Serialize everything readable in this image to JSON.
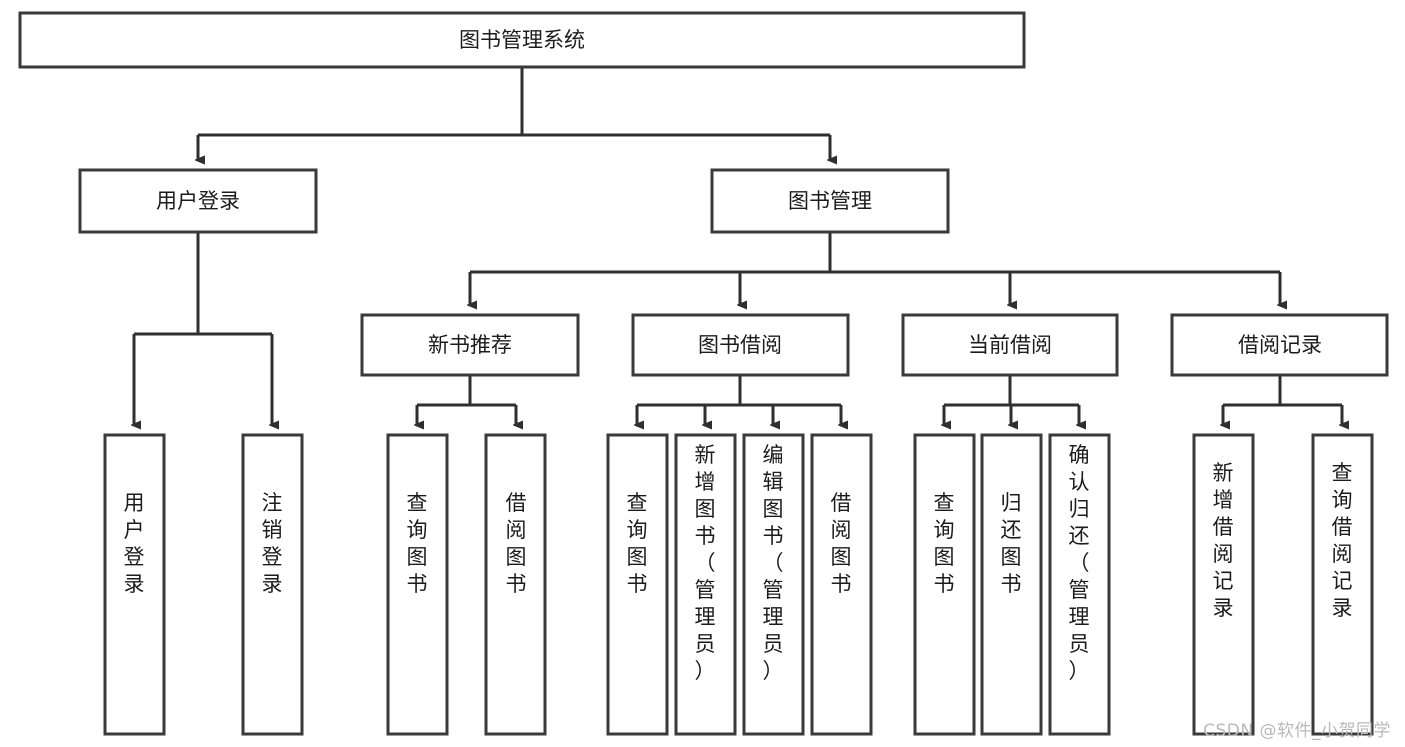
{
  "diagram": {
    "type": "tree-hierarchy-chart",
    "title": "图书管理系统",
    "background_color": "#ffffff",
    "box_stroke_color": "#3a3a3a",
    "box_fill_color": "#ffffff",
    "connector_color": "#2f2f2f",
    "text_color": "#1c1c1c",
    "root": {
      "id": "root",
      "label": "图书管理系统",
      "level": 1
    },
    "level2": [
      {
        "id": "user-login",
        "label": "用户登录",
        "level": 2
      },
      {
        "id": "book-management",
        "label": "图书管理",
        "level": 2
      }
    ],
    "level3": [
      {
        "id": "new-book-recommend",
        "label": "新书推荐",
        "level": 3,
        "parent": "book-management"
      },
      {
        "id": "book-borrow",
        "label": "图书借阅",
        "level": 3,
        "parent": "book-management"
      },
      {
        "id": "current-borrow",
        "label": "当前借阅",
        "level": 3,
        "parent": "book-management"
      },
      {
        "id": "borrow-record",
        "label": "借阅记录",
        "level": 3,
        "parent": "book-management"
      }
    ],
    "leaves": [
      {
        "id": "leaf-user-login",
        "label": "用户登录",
        "parent": "user-login",
        "orientation": "vertical"
      },
      {
        "id": "leaf-user-logout",
        "label": "注销登录",
        "parent": "user-login",
        "orientation": "vertical"
      },
      {
        "id": "leaf-query-book-1",
        "label": "查询图书",
        "parent": "new-book-recommend",
        "orientation": "vertical"
      },
      {
        "id": "leaf-borrow-book-1",
        "label": "借阅图书",
        "parent": "new-book-recommend",
        "orientation": "vertical"
      },
      {
        "id": "leaf-query-book-2",
        "label": "查询图书",
        "parent": "book-borrow",
        "orientation": "vertical"
      },
      {
        "id": "leaf-add-book",
        "label": "新增图书（管理员）",
        "parent": "book-borrow",
        "orientation": "vertical"
      },
      {
        "id": "leaf-edit-book",
        "label": "编辑图书（管理员）",
        "parent": "book-borrow",
        "orientation": "vertical"
      },
      {
        "id": "leaf-borrow-book-2",
        "label": "借阅图书",
        "parent": "book-borrow",
        "orientation": "vertical"
      },
      {
        "id": "leaf-query-book-3",
        "label": "查询图书",
        "parent": "current-borrow",
        "orientation": "vertical"
      },
      {
        "id": "leaf-return-book",
        "label": "归还图书",
        "parent": "current-borrow",
        "orientation": "vertical"
      },
      {
        "id": "leaf-confirm-return",
        "label": "确认归还（管理员）",
        "parent": "current-borrow",
        "orientation": "vertical"
      },
      {
        "id": "leaf-add-record",
        "label": "新增借阅记录",
        "parent": "borrow-record",
        "orientation": "vertical"
      },
      {
        "id": "leaf-query-record",
        "label": "查询借阅记录",
        "parent": "borrow-record",
        "orientation": "vertical"
      }
    ]
  },
  "watermark": {
    "text": "CSDN @软件_小贺同学",
    "color": "#b9b9b9"
  }
}
